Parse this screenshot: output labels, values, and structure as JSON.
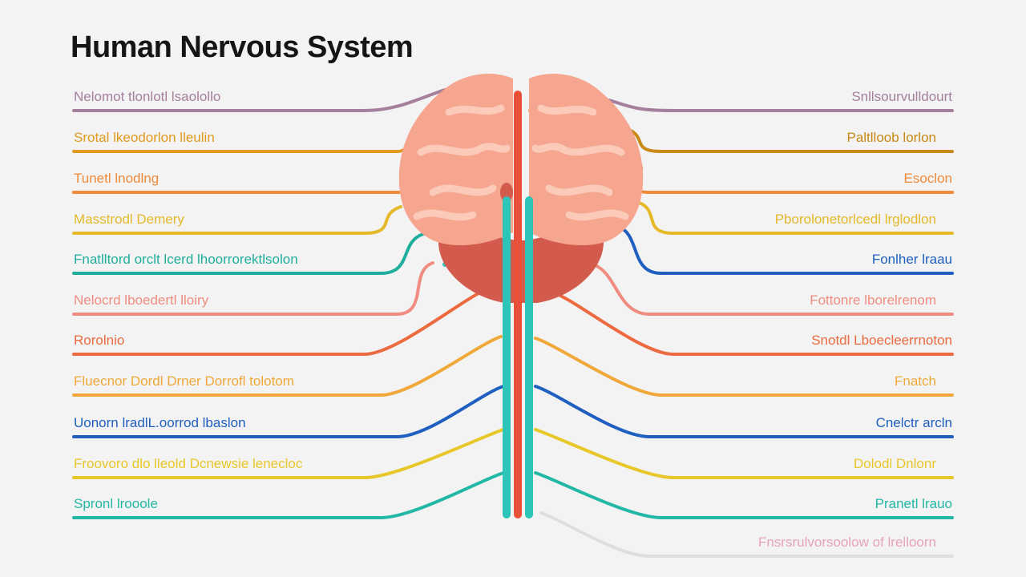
{
  "title": "Human Nervous System",
  "colors": {
    "brain_light": "#f6a58f",
    "brain_mid": "#ee8a78",
    "brain_fold": "#fbcab9",
    "cerebellum": "#d35b4d",
    "spine_teal": "#2cc5b8",
    "spine_red": "#e8503a"
  },
  "left_labels": [
    {
      "text": "Nelomot tlonlotl lsaolollo",
      "color": "#a57f9c"
    },
    {
      "text": "Srotal lkeodorlon lleulin",
      "color": "#e09a1e"
    },
    {
      "text": "Tunetl lnodlng",
      "color": "#ef8a3b"
    },
    {
      "text": "Masstrodl Demery",
      "color": "#e4b92a"
    },
    {
      "text": "Fnatlltord orclt lcerd lhoorrorektlsolon",
      "color": "#1fae9c"
    },
    {
      "text": "Nelocrd lboedertl lloiry",
      "color": "#f08c80"
    },
    {
      "text": "Rorolnio",
      "color": "#ec6a3f"
    },
    {
      "text": "Fluecnor Dordl Drner Dorrofl tolotom",
      "color": "#efa839"
    },
    {
      "text": "Uonorn lradlL.oorrod lbaslon",
      "color": "#1f5fbf"
    },
    {
      "text": "Froovoro dlo lleold Dcnewsie lenecloc",
      "color": "#e8c72a"
    },
    {
      "text": "Spronl lrooole",
      "color": "#22b8a5"
    }
  ],
  "right_labels": [
    {
      "text": "Snllsourvulldourt",
      "color": "#a57f9c"
    },
    {
      "text": "Paltlloob lorlon",
      "color": "#c98a15"
    },
    {
      "text": "Esoclon",
      "color": "#ef8a3b"
    },
    {
      "text": "Pborolonetorlcedl lrglodlon",
      "color": "#e4b92a"
    },
    {
      "text": "Fonlher lraau",
      "color": "#1f5fbf"
    },
    {
      "text": "Fottonre lborelrenom",
      "color": "#f08c80"
    },
    {
      "text": "Snotdl Lboecleerrnoton",
      "color": "#ec6a3f"
    },
    {
      "text": "Fnatch",
      "color": "#efa839"
    },
    {
      "text": "Cnelctr arcln",
      "color": "#1f5fbf"
    },
    {
      "text": "Dolodl Dnlonr",
      "color": "#e8c72a"
    },
    {
      "text": "Pranetl lrauo",
      "color": "#22b8a5"
    },
    {
      "text": "Fnsrsrulvorsoolow of lrelloorn",
      "color": "#e7a3b8"
    }
  ],
  "extra_line_color": "#dedede"
}
